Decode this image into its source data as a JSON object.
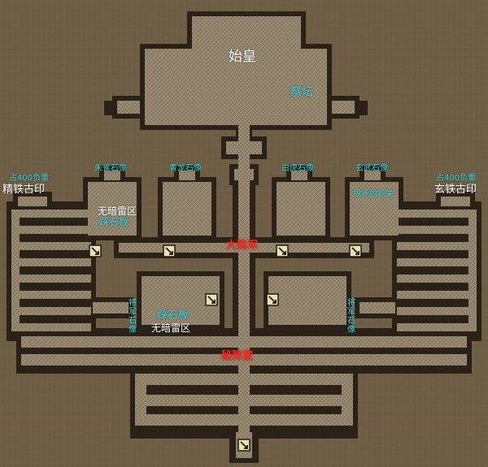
{
  "map": {
    "colors": {
      "background": "#6e5e45",
      "wall": "#2a2217",
      "floor": "#8d7f68",
      "floor_hatch": "#a79a80",
      "label_white": "#ffffff",
      "label_cyan": "#34d6e0",
      "label_red": "#ff2a1f"
    },
    "labels": {
      "emperor": "始皇",
      "altar": "祭坛",
      "statue_zhuque": "朱雀石像",
      "statue_qinglong": "青龙石像",
      "statue_baihu": "白虎石像",
      "statue_xuanwu": "玄武石像",
      "weight_left": "占400负重",
      "weight_right": "占400负重",
      "seal_left": "精铁古印",
      "seal_right": "玄铁古印",
      "no_trap_top": "无暗雷区",
      "step_plate_top": "踩石板",
      "broken_mechanism": "损坏的机关",
      "zone_top_red": "大殊军",
      "general_statue_left": "将军石像",
      "general_statue_right": "将军石像",
      "step_plate_bottom": "踩石板",
      "no_trap_bottom": "无暗雷区",
      "zone_bottom_red": "秘殊室"
    },
    "icons": {
      "switch": "mechanism-switch-icon",
      "entrance": "entrance-icon"
    }
  }
}
